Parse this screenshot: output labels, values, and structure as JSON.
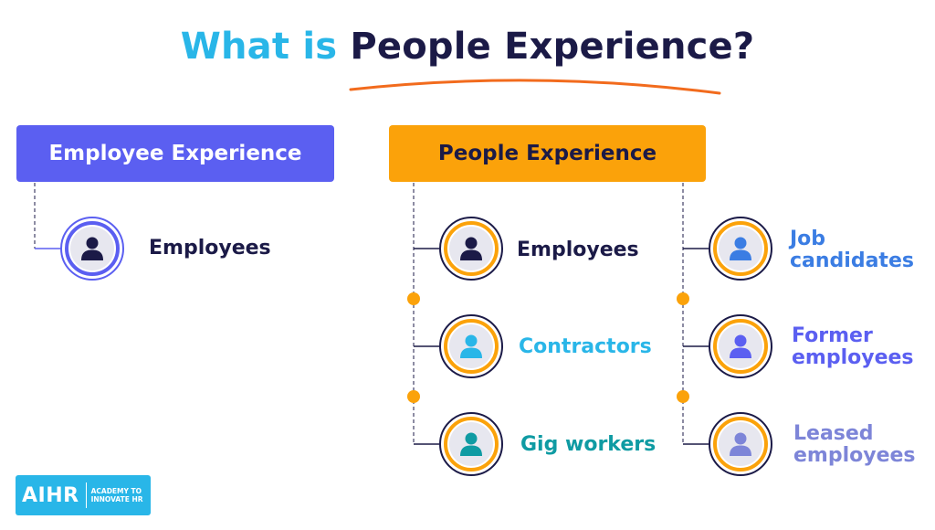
{
  "title": {
    "part1": "What is",
    "part2": "People Experience?"
  },
  "colors": {
    "cyan": "#29b6e8",
    "navy": "#1b1a47",
    "purple": "#5b5ff1",
    "orange": "#fba20a",
    "accent_underline": "#f26b1d"
  },
  "employee_experience": {
    "heading": "Employee Experience",
    "items": [
      {
        "label": "Employees",
        "icon": "person-icon",
        "color": "#1b1a47"
      }
    ]
  },
  "people_experience": {
    "heading": "People Experience",
    "left_column": [
      {
        "label": "Employees",
        "icon": "person-icon",
        "color": "#1b1a47"
      },
      {
        "label": "Contractors",
        "icon": "person-icon",
        "color": "#29b6e8"
      },
      {
        "label": "Gig workers",
        "icon": "person-icon",
        "color": "#0f9ba3"
      }
    ],
    "right_column": [
      {
        "label_line1": "Job",
        "label_line2": "candidates",
        "icon": "person-icon",
        "color": "#3b7de3"
      },
      {
        "label_line1": "Former",
        "label_line2": "employees",
        "icon": "person-icon",
        "color": "#5b5ff1"
      },
      {
        "label_line1": "Leased",
        "label_line2": "employees",
        "icon": "person-icon",
        "color": "#7d85d8"
      }
    ]
  },
  "logo": {
    "brand": "AIHR",
    "tagline_line1": "ACADEMY TO",
    "tagline_line2": "INNOVATE HR"
  }
}
